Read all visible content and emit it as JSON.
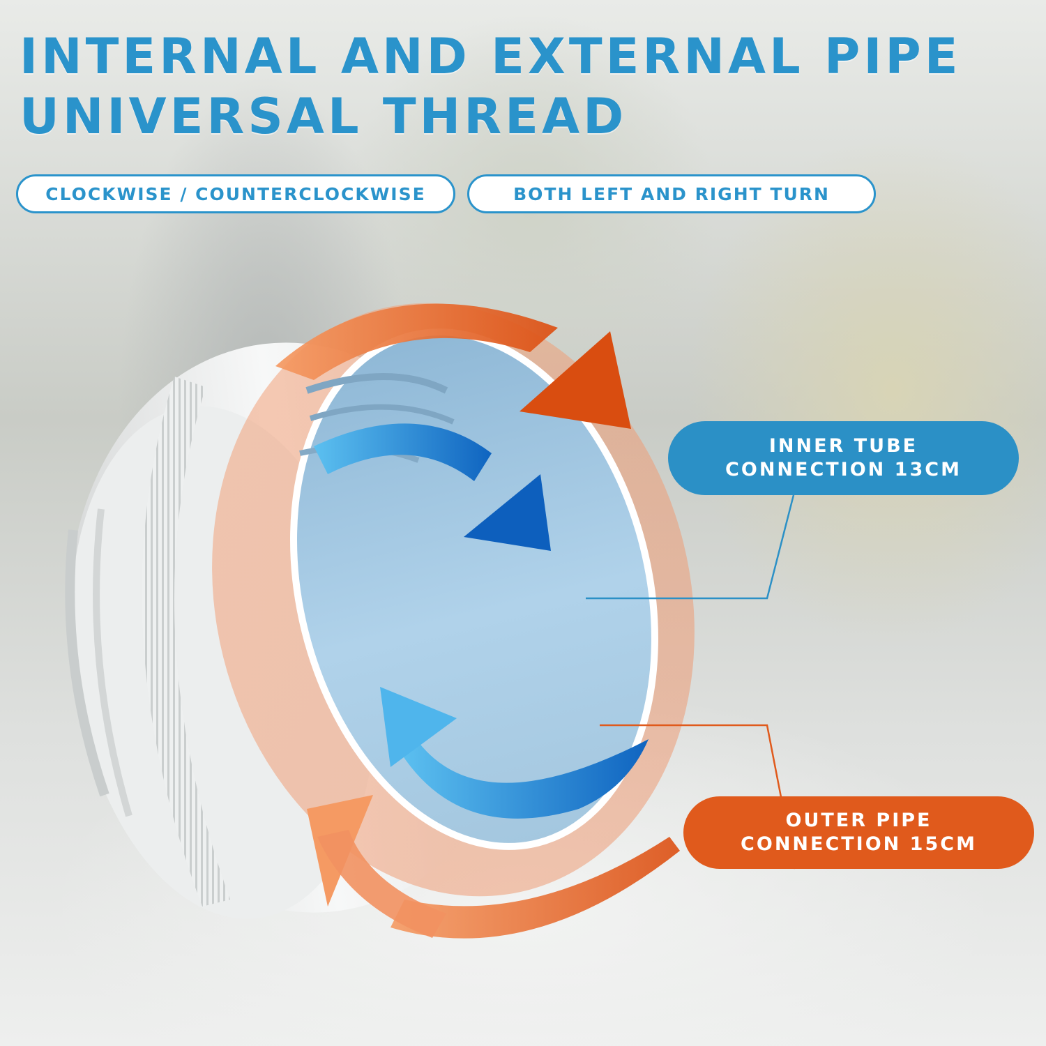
{
  "title": {
    "line1": "INTERNAL AND EXTERNAL PIPE",
    "line2": "UNIVERSAL THREAD"
  },
  "pills": {
    "direction": "CLOCKWISE / COUNTERCLOCKWISE",
    "turn": "BOTH LEFT AND RIGHT TURN"
  },
  "callouts": {
    "inner": {
      "line1": "INNER TUBE",
      "line2": "CONNECTION 13CM"
    },
    "outer": {
      "line1": "OUTER PIPE",
      "line2": "CONNECTION 15CM"
    }
  },
  "colors": {
    "blue_accent": "#2a93cb",
    "orange_accent": "#e05a1c",
    "inner_blue": "#a9cce6"
  },
  "icons": [
    "orange-rotation-arrow",
    "blue-rotation-arrow"
  ]
}
